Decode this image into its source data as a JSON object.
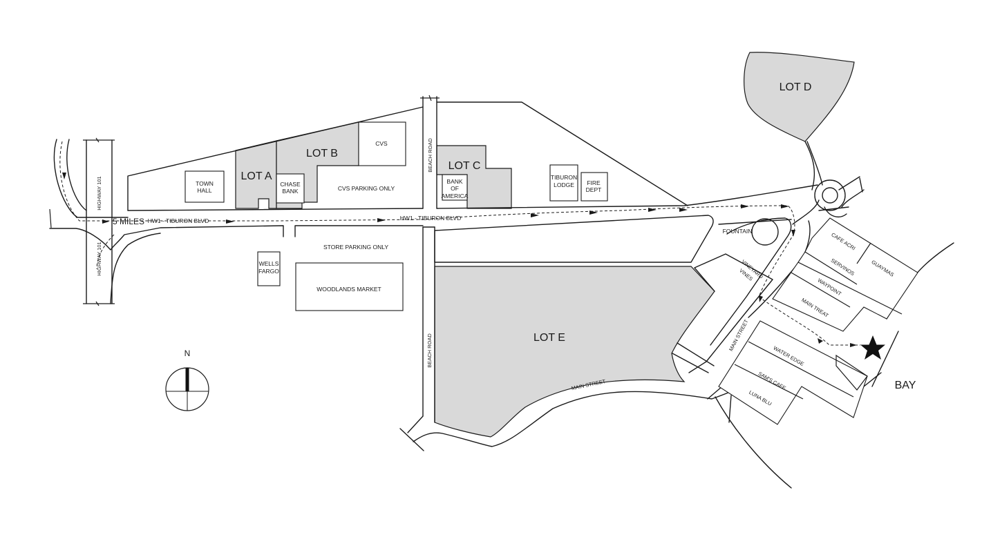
{
  "lots": {
    "a": "LOT A",
    "b": "LOT B",
    "c": "LOT C",
    "d": "LOT D",
    "e": "LOT E"
  },
  "buildings": {
    "town_hall": [
      "TOWN",
      "HALL"
    ],
    "chase_bank": [
      "CHASE",
      "BANK"
    ],
    "cvs": "CVS",
    "cvs_parking": "CVS PARKING ONLY",
    "bank_of_america": [
      "BANK",
      "OF",
      "AMERICA"
    ],
    "tiburon_lodge": [
      "TIBURON",
      "LODGE"
    ],
    "fire_dept": [
      "FIRE",
      "DEPT"
    ],
    "wells_fargo": [
      "WELLS",
      "FARGO"
    ],
    "store_parking": "STORE PARKING ONLY",
    "woodlands_market": "WOODLANDS MARKET",
    "fountain": "FOUNTAIN",
    "vineyard_vines": [
      "VINEYARD",
      "VINES"
    ]
  },
  "shops": {
    "cafe_acri": "CAFE ACRI",
    "guaymas": "GUAYMAS",
    "servinos": "SERVINOS",
    "waypoint": "WAYPOINT",
    "main_treat": "MAIN TREAT",
    "water_edge": "WATER EDGE",
    "sams_cafe": "SAM'S CAFE",
    "luna_blu": "LUNA BLU"
  },
  "roads": {
    "highway_101": "HIGHWAY 101",
    "hw1_tiburon": "HW1 - TIBURON BLVD",
    "beach_road": "BEACH ROAD",
    "main_street": "MAIN STREET"
  },
  "labels": {
    "five_miles": "5 MILES",
    "bay": "BAY",
    "north": "N"
  },
  "icons": {
    "destination": "star-icon",
    "compass": "compass-rose-icon",
    "route_arrows": "arrow-right-icon"
  }
}
